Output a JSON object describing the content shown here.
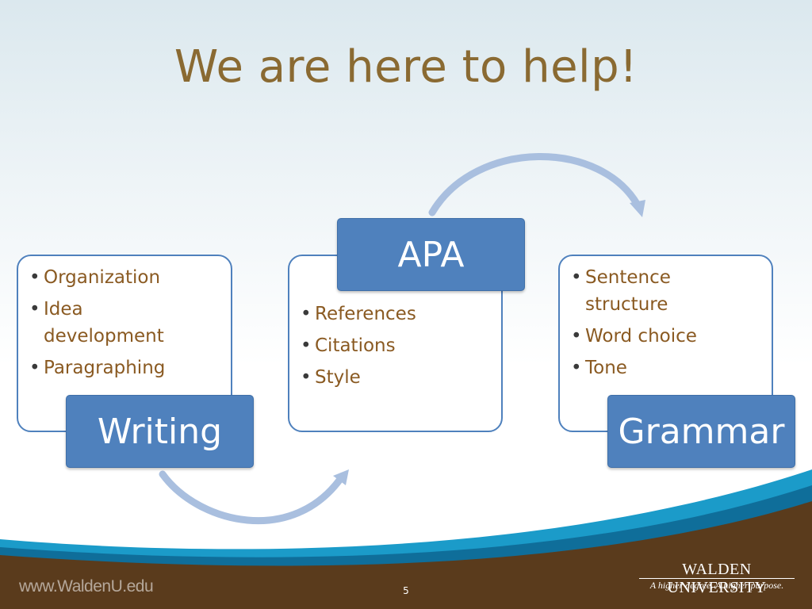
{
  "title": "We are here to help!",
  "colors": {
    "title": "#8a6a32",
    "box_border": "#4f81bd",
    "label_fill": "#4f81bd",
    "bullet_text": "#8a5a22",
    "arrow": "#a9bfdf",
    "wave_blue": "#1b9bc9",
    "footer_brown": "#5a3b1c"
  },
  "cards": [
    {
      "label": "Writing",
      "items": [
        "Organization",
        "Idea development",
        "Paragraphing"
      ]
    },
    {
      "label": "APA",
      "items": [
        "References",
        "Citations",
        "Style"
      ]
    },
    {
      "label": "Grammar",
      "items": [
        "Sentence structure",
        "Word choice",
        "Tone"
      ]
    }
  ],
  "footer": {
    "url": "www.WaldenU.edu",
    "page_number": "5",
    "logo_name": "WALDEN UNIVERSITY",
    "logo_tagline": "A higher degree. A higher purpose."
  }
}
